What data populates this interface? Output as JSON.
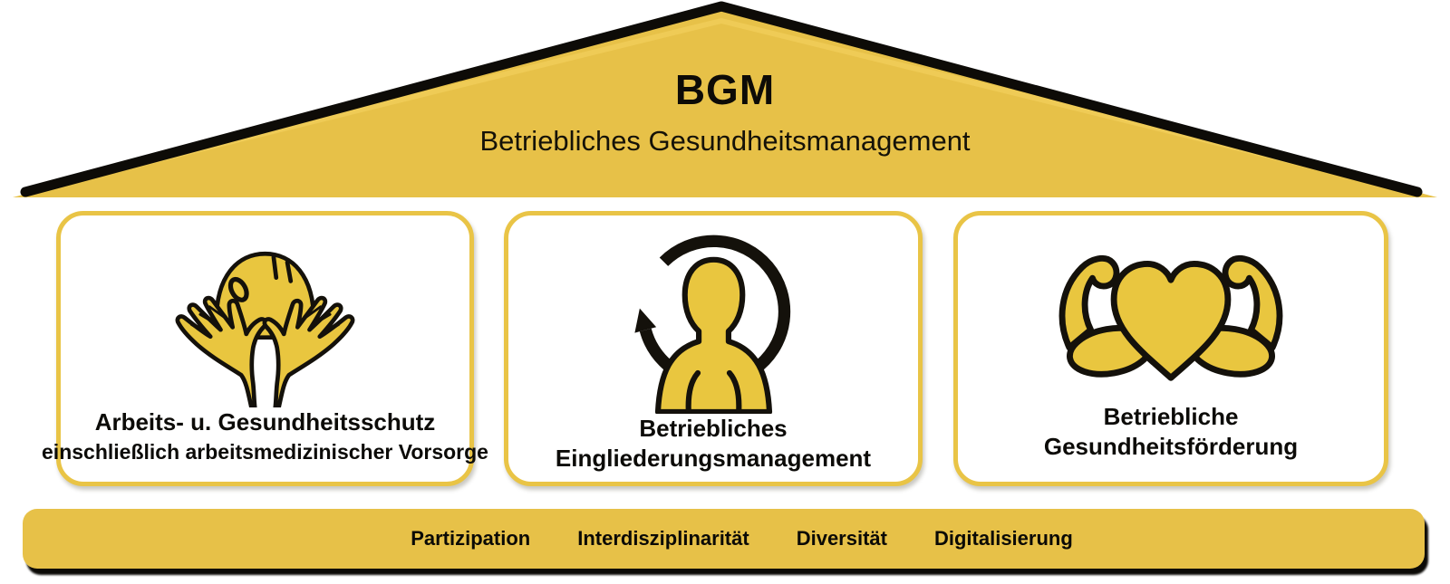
{
  "roof": {
    "title": "BGM",
    "subtitle": "Betriebliches Gesundheitsmanagement"
  },
  "pillars": [
    {
      "icon": "hard-hat-hands-icon",
      "lines": [
        "Arbeits- u. Gesundheitsschutz",
        "einschließlich arbeitsmedizinischer Vorsorge"
      ]
    },
    {
      "icon": "person-cycle-icon",
      "lines": [
        "Betriebliches",
        "Eingliederungsmanagement"
      ]
    },
    {
      "icon": "heart-biceps-icon",
      "lines": [
        "Betriebliche",
        "Gesundheitsförderung"
      ]
    }
  ],
  "foundation": {
    "items": [
      "Partizipation",
      "Interdisziplinarität",
      "Diversität",
      "Digitalisierung"
    ]
  },
  "colors": {
    "gold": "#e7c148",
    "gold_light": "#efcb56",
    "outline_black": "#0d0b07",
    "card_background": "#ffffff"
  }
}
